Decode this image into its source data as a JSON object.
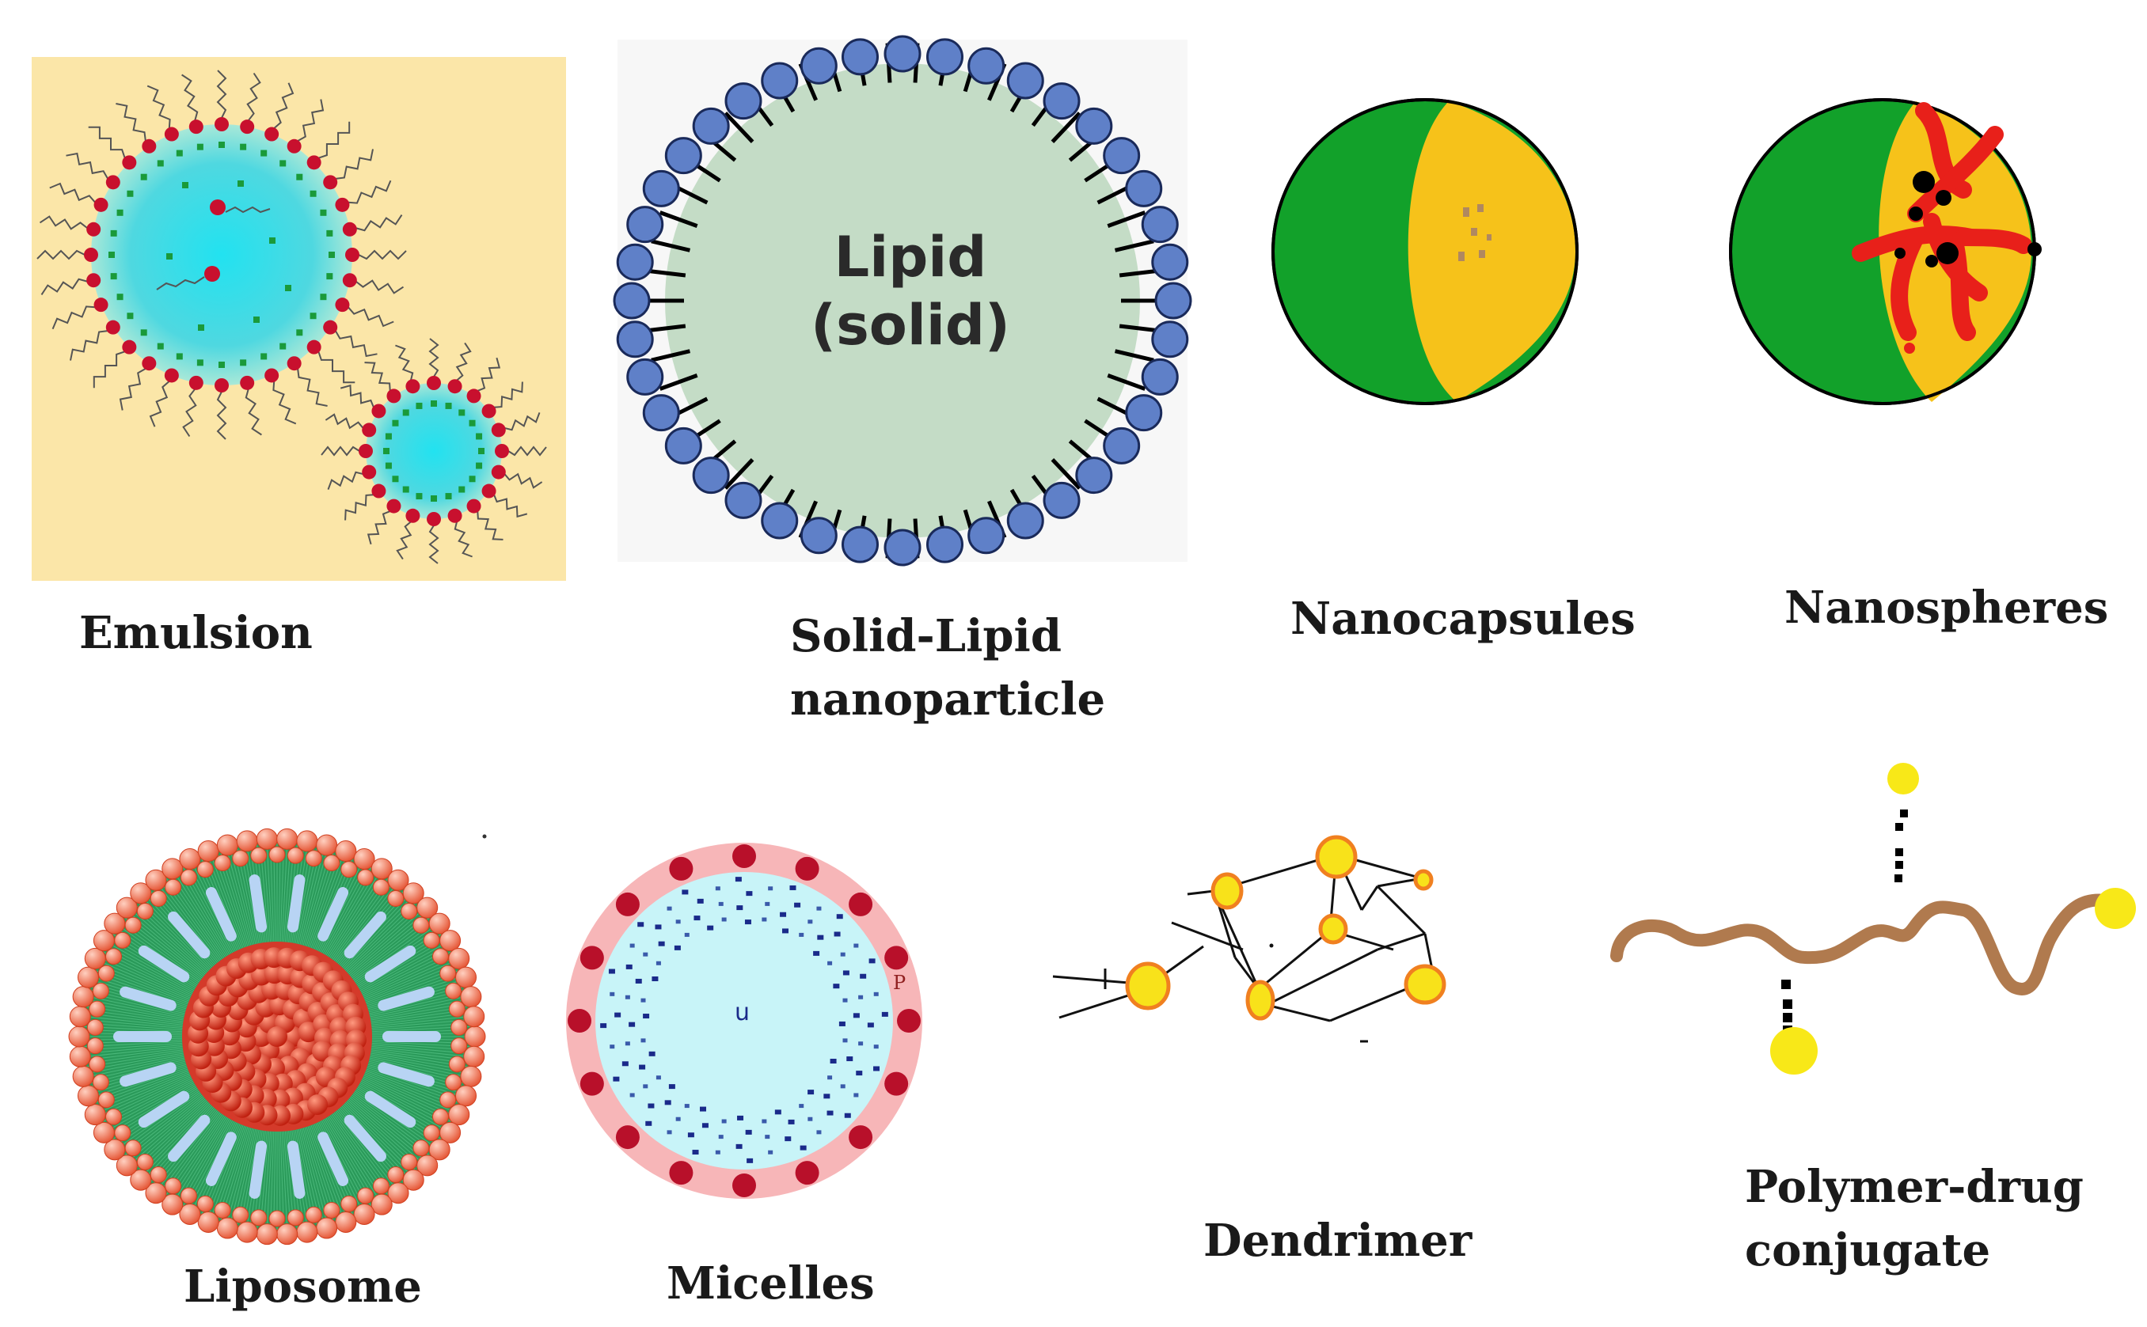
{
  "labels": {
    "emulsion": "Emulsion",
    "sln_line1": "Solid-Lipid",
    "sln_line2": "nanoparticle",
    "nanocapsules": "Nanocapsules",
    "nanospheres": "Nanospheres",
    "liposome": "Liposome",
    "micelles": "Micelles",
    "dendrimer": "Dendrimer",
    "pdc_line1": "Polymer-drug",
    "pdc_line2": "conjugate"
  },
  "sln_inner": {
    "line1": "Lipid",
    "line2": "(solid)"
  },
  "micelle_inner": {
    "center": "u",
    "side": "P"
  },
  "colors": {
    "emulsion_bg": "#fbe6a8",
    "emulsion_core": "#2ad6e0",
    "emulsion_head": "#c8102e",
    "emulsion_dot": "#1a9a3a",
    "sln_core": "#c4dcc6",
    "sln_head": "#5f80c8",
    "capsule_green": "#12a12a",
    "capsule_yellow": "#f6c21a",
    "sphere_red": "#e8201a",
    "liposome_green": "#2a9a5a",
    "liposome_head": "#f07858",
    "micelle_ring": "#f7b6b8",
    "micelle_core": "#c8f4f8",
    "micelle_head": "#b8102a",
    "dendrimer_node": "#f8e21a",
    "polymer_chain": "#b07a4e",
    "drug_yellow": "#f8e818"
  }
}
